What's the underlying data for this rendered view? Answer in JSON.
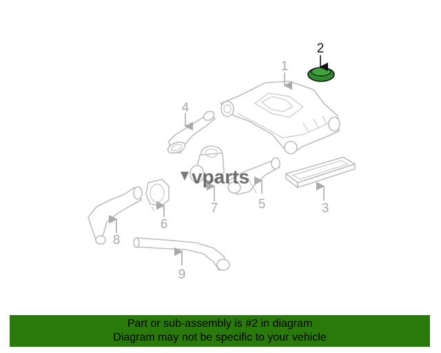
{
  "watermark": "vparts",
  "callouts": [
    "1",
    "2",
    "3",
    "4",
    "5",
    "6",
    "7",
    "8",
    "9"
  ],
  "highlight_color": "#2e8b2e",
  "banner": {
    "line1": "Part or sub-assembly is #2 in diagram",
    "line2": "Diagram may not be specific to your vehicle",
    "color": "#2a7a0b"
  }
}
